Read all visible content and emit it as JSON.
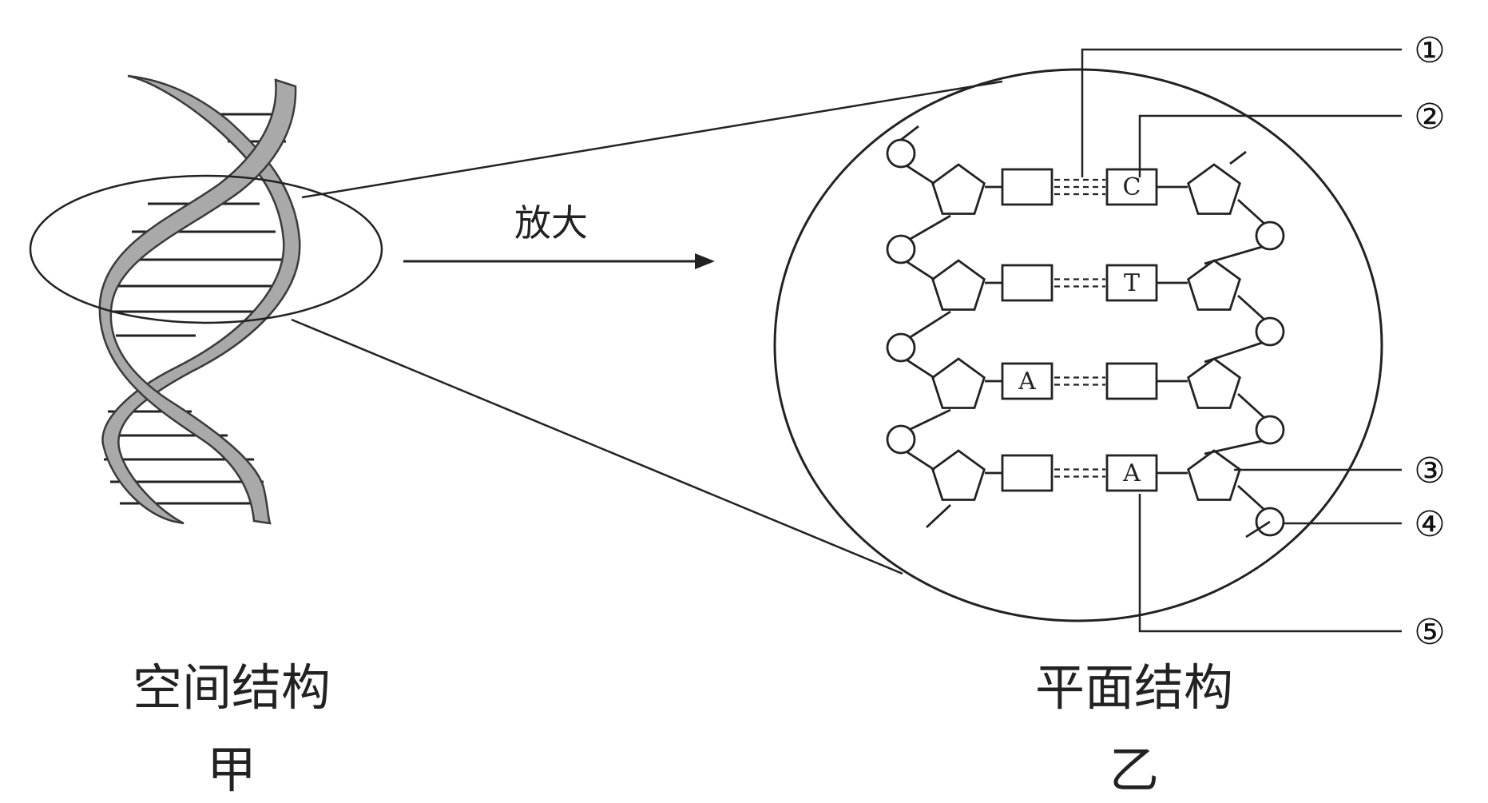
{
  "figure": {
    "left": {
      "title": "空间结构",
      "caption": "甲"
    },
    "right": {
      "title": "平面结构",
      "caption": "乙"
    },
    "arrow_label": "放大",
    "rows": [
      {
        "left_base": "",
        "right_base": "C",
        "bonds": 3
      },
      {
        "left_base": "",
        "right_base": "T",
        "bonds": 2
      },
      {
        "left_base": "A",
        "right_base": "",
        "bonds": 2
      },
      {
        "left_base": "",
        "right_base": "A",
        "bonds": 2
      }
    ],
    "callouts": [
      "①",
      "②",
      "③",
      "④",
      "⑤"
    ]
  },
  "colors": {
    "ink": "#222222",
    "ribbon": "#a9a9a9",
    "ribbon_edge": "#3a3a3a"
  }
}
